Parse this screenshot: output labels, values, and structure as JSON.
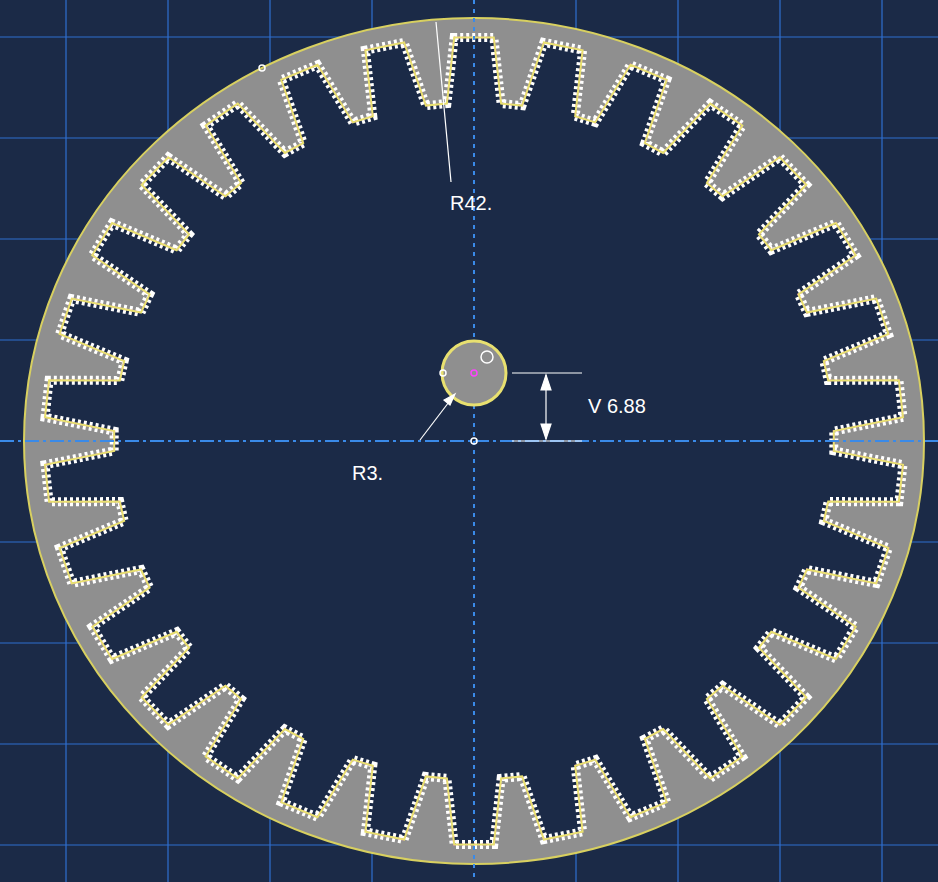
{
  "diagram": {
    "labels": [
      "R42.",
      "R3.",
      "V 6.88"
    ]
  }
}
